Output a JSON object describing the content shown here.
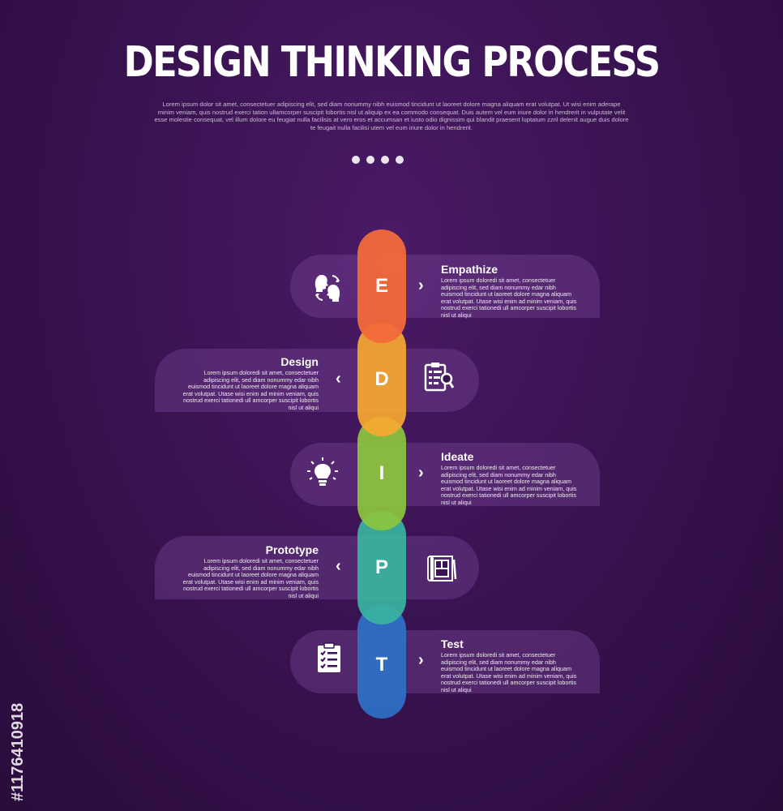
{
  "title": "DESIGN THINKING PROCESS",
  "intro": "Lorem ipsum dolor sit amet, consectetuer adipiscing elit, sed diam nonummy nibh euismod tincidunt ut laoreet dolore magna aliquam erat volutpat. Ut wisi enim aderape minim veniam, quis nostrud exerci tation ullamcorper suscipit lobortis nisl ut aliquip ex ea commodo consequat. Duis autem vel eum iriure dolor in hendrerit in vulputate velit esse molestie consequat, vel illum dolore eu feugiat nulla facilisis at vero eros et accumsan et iusto odio dignissim qui blandit praesent luptatum zzril delenit augue duis dolore te feugait nulla facilisi utem vel eum iriure dolor in hendrerit.",
  "stages": [
    {
      "letter": "E",
      "title": "Empathize",
      "desc": "Lorem ipsum doloredi sit amet, consectetuer adipiscing elit, sed diam nonummy edar nibh euismod tincidunt ut laoreet dolore magna aliquam erat volutpat. Utase wisi enim ad minim veniam, quis nostrud exerci tationedi ull amcorper suscipit lobortis nisl ut aliqui",
      "icon": "empathy-heads-icon",
      "color": "#f26a3a"
    },
    {
      "letter": "D",
      "title": "Design",
      "desc": "Lorem ipsum doloredi sit amet, consectetuer adipiscing elit, sed diam nonummy edar nibh euismod tincidunt ut laoreet dolore magna aliquam erat volutpat. Utase wisi enim ad minim veniam, quis nostrud exerci tationedi ull amcorper suscipit lobortis nisl ut aliqui",
      "icon": "clipboard-search-icon",
      "color": "#f7a830"
    },
    {
      "letter": "I",
      "title": "Ideate",
      "desc": "Lorem ipsum doloredi sit amet, consectetuer adipiscing elit, sed diam nonummy edar nibh euismod tincidunt ut laoreet dolore magna aliquam erat volutpat. Utase wisi enim ad minim veniam, quis nostrud exerci tationedi ull amcorper suscipit lobortis nisl ut aliqui",
      "icon": "lightbulb-icon",
      "color": "#8cc63f"
    },
    {
      "letter": "P",
      "title": "Prototype",
      "desc": "Lorem ipsum doloredi sit amet, consectetuer adipiscing elit, sed diam nonummy edar nibh euismod tincidunt ut laoreet dolore magna aliquam erat volutpat. Utase wisi enim ad minim veniam, quis nostrud exerci tationedi ull amcorper suscipit lobortis nisl ut aliqui",
      "icon": "blueprint-icon",
      "color": "#3ab4a0"
    },
    {
      "letter": "T",
      "title": "Test",
      "desc": "Lorem ipsum doloredi sit amet, consectetuer adipiscing elit, sed diam nonummy edar nibh euismod tincidunt ut laoreet dolore magna aliquam erat volutpat. Utase wisi enim ad minim veniam, quis nostrud exerci tationedi ull amcorper suscipit lobortis nisl ut aliqui",
      "icon": "checklist-icon",
      "color": "#2f6fc4"
    }
  ],
  "chevron_right": "›",
  "chevron_left": "‹",
  "watermark_id": "#1176410918"
}
